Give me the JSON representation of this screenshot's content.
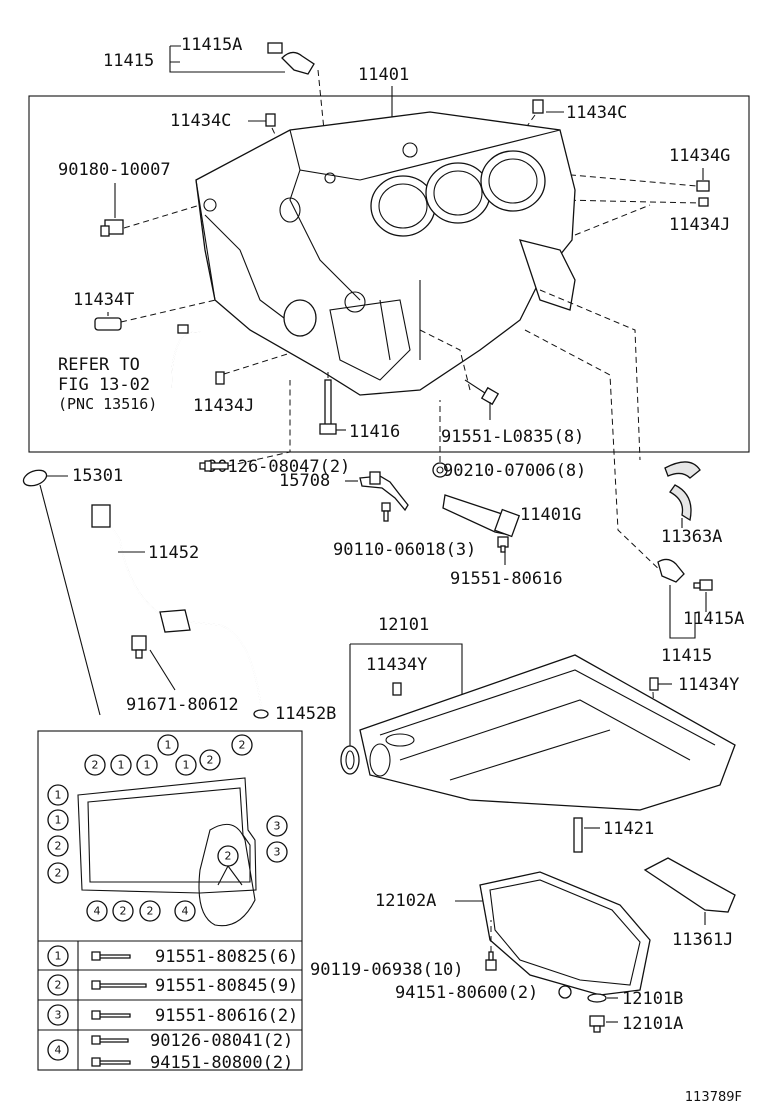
{
  "labels": {
    "p11415_top": "11415",
    "p11415A_top": "11415A",
    "p11401": "11401",
    "p11434C_left": "11434C",
    "p11434C_right": "11434C",
    "p90180": "90180-10007",
    "p11434G": "11434G",
    "p11434J_right": "11434J",
    "p11434T": "11434T",
    "refer1": "REFER TO",
    "refer2": "FIG 13-02",
    "refer3": "(PNC 13516)",
    "p11434J_low": "11434J",
    "p11416": "11416",
    "p91551L": "91551-L0835(8)",
    "p15301": "15301",
    "p15708": "15708",
    "p90210": "90210-07006(8)",
    "p90126_47": "90126-08047(2)",
    "p11401G": "11401G",
    "p11452": "11452",
    "p90110": "90110-06018(3)",
    "p11363A": "11363A",
    "p91551_616": "91551-80616",
    "p11415A_right": "11415A",
    "p12101": "12101",
    "p11415_right": "11415",
    "p11434Y_left": "11434Y",
    "p11434Y_right": "11434Y",
    "p91671": "91671-80612",
    "p11452B": "11452B",
    "p11421": "11421",
    "p12102A": "12102A",
    "p11361J": "11361J",
    "p90119": "90119-06938(10)",
    "p94151_600": "94151-80600(2)",
    "p12101B": "12101B",
    "p12101A": "12101A",
    "figure_id": "113789F"
  },
  "legend": {
    "rows": [
      {
        "key": "1",
        "parts": [
          "91551-80825(6)"
        ]
      },
      {
        "key": "2",
        "parts": [
          "91551-80845(9)"
        ]
      },
      {
        "key": "3",
        "parts": [
          "91551-80616(2)"
        ]
      },
      {
        "key": "4",
        "parts": [
          "90126-08041(2)",
          "94151-80800(2)"
        ]
      }
    ]
  },
  "gasket_callouts": {
    "top_row_low": [
      "2",
      "1",
      "1",
      "1",
      "2"
    ],
    "top_row_high": [
      "1",
      "2"
    ],
    "left_column": [
      "1",
      "1",
      "2",
      "2"
    ],
    "right_column": [
      "3",
      "3"
    ],
    "bottom_row": [
      "4",
      "2",
      "2",
      "4"
    ],
    "inner": [
      "2"
    ]
  },
  "colors": {
    "line": "#111111",
    "background": "#ffffff",
    "shade": "#e6e6e6"
  }
}
